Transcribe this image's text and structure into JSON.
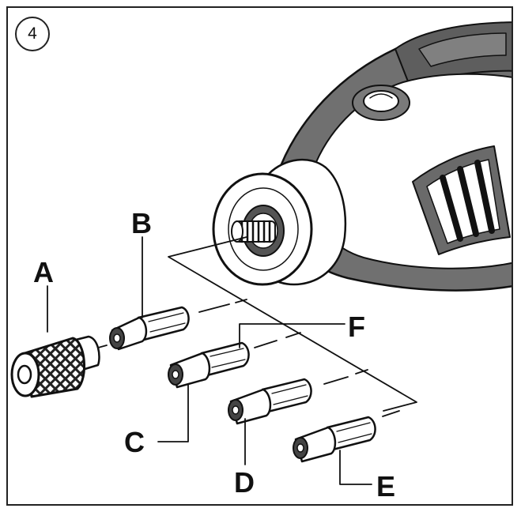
{
  "step_number": "4",
  "labels": {
    "a": "A",
    "b": "B",
    "c": "C",
    "d": "D",
    "e": "E",
    "f": "F"
  },
  "colors": {
    "ink": "#111111",
    "tool_grey": "#6f6f6f",
    "tool_dark": "#3a3a3a",
    "paper": "#ffffff"
  }
}
